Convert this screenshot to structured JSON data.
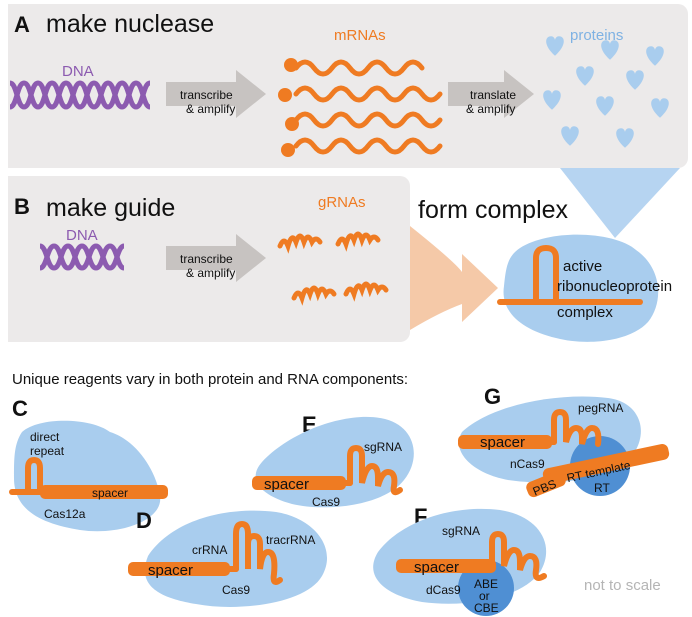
{
  "colors": {
    "orange": "#ef7b22",
    "purple": "#8c5bb0",
    "light_blue": "#a9cdee",
    "mid_blue": "#4f8fd3",
    "panel_gray": "#eceaea",
    "arrow_gray": "#c7c3c1",
    "peach": "#f4c39e"
  },
  "panel_a": {
    "letter": "A",
    "title": "make nuclease",
    "dna": "DNA",
    "step1": [
      "transcribe",
      "& amplify"
    ],
    "mrnas": "mRNAs",
    "step2": [
      "translate",
      "& amplify"
    ],
    "proteins": "proteins"
  },
  "panel_b": {
    "letter": "B",
    "title": "make guide",
    "dna": "DNA",
    "step1": [
      "transcribe",
      "& amplify"
    ],
    "grnas": "gRNAs"
  },
  "complex": {
    "title": "form complex",
    "label": [
      "active",
      "ribonucleoprotein",
      "complex"
    ]
  },
  "subtitle": "Unique reagents vary in both protein and RNA components:",
  "panel_c": {
    "letter": "C",
    "rna_label": [
      "direct",
      "repeat"
    ],
    "spacer": "spacer",
    "protein": "Cas12a"
  },
  "panel_d": {
    "letter": "D",
    "crrna": "crRNA",
    "tracrrna": "tracrRNA",
    "spacer": "spacer",
    "protein": "Cas9"
  },
  "panel_e": {
    "letter": "E",
    "rna": "sgRNA",
    "spacer": "spacer",
    "protein": "Cas9"
  },
  "panel_f": {
    "letter": "F",
    "rna": "sgRNA",
    "spacer": "spacer",
    "protein": "dCas9",
    "effector": [
      "ABE",
      "or",
      "CBE"
    ]
  },
  "panel_g": {
    "letter": "G",
    "rna": "pegRNA",
    "spacer": "spacer",
    "protein": "nCas9",
    "rt_template": "RT template",
    "pbs": "PBS",
    "rt": "RT"
  },
  "footnote": "not to scale"
}
